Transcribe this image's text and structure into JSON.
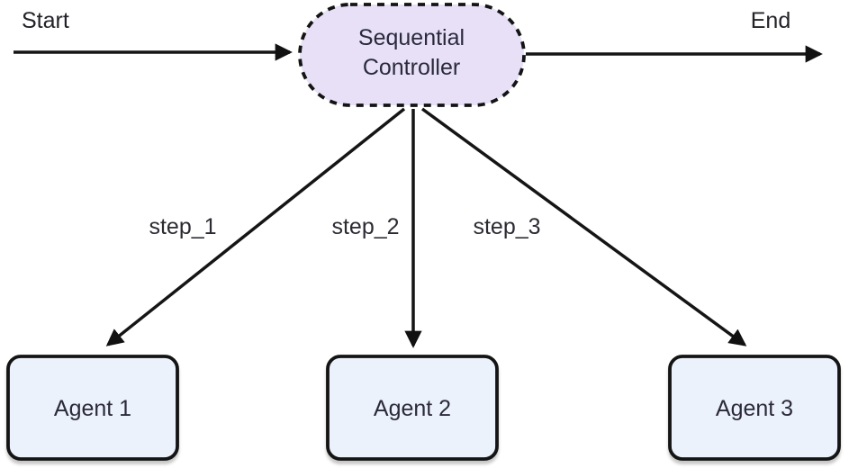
{
  "diagram": {
    "start_label": "Start",
    "end_label": "End",
    "controller": {
      "label_line1": "Sequential",
      "label_line2": "Controller"
    },
    "edges": {
      "step1_label": "step_1",
      "step2_label": "step_2",
      "step3_label": "step_3"
    },
    "agents": {
      "agent1_label": "Agent 1",
      "agent2_label": "Agent 2",
      "agent3_label": "Agent 3"
    },
    "colors": {
      "controller_fill": "#e7e0f7",
      "agent_fill": "#ecf2fb",
      "stroke": "#141414",
      "arrow": "#111111"
    }
  }
}
